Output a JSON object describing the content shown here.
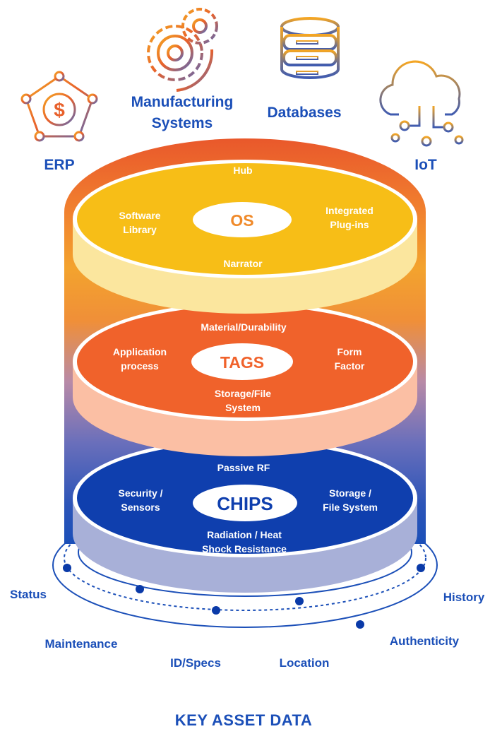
{
  "colors": {
    "brand_blue": "#1b4fb8",
    "dark_blue": "#0a3aa8",
    "os_yellow": "#f7be17",
    "tags_orange": "#f0622b",
    "chips_blue": "#0f3fae",
    "icon_orange": "#f08a3a"
  },
  "sources": {
    "erp": {
      "label": "ERP",
      "icon": "pentagon-dollar-icon"
    },
    "manufacturing": {
      "line1": "Manufacturing",
      "line2": "Systems",
      "icon": "gears-icon"
    },
    "databases": {
      "label": "Databases",
      "icon": "database-icon"
    },
    "iot": {
      "label": "IoT",
      "icon": "cloud-circuit-icon"
    }
  },
  "layers": {
    "os": {
      "center": "OS",
      "top": "Hub",
      "left_1": "Software",
      "left_2": "Library",
      "right_1": "Integrated",
      "right_2": "Plug-ins",
      "bottom": "Narrator"
    },
    "tags": {
      "center": "TAGS",
      "top": "Material/Durability",
      "left_1": "Application",
      "left_2": "process",
      "right_1": "Form",
      "right_2": "Factor",
      "bottom_1": "Storage/File",
      "bottom_2": "System"
    },
    "chips": {
      "center": "CHIPS",
      "top": "Passive RF",
      "left_1": "Security /",
      "left_2": "Sensors",
      "right_1": "Storage /",
      "right_2": "File System",
      "bottom_1": "Radiation / Heat",
      "bottom_2": "Shock Resistance"
    }
  },
  "asset_data": {
    "status": "Status",
    "maintenance": "Maintenance",
    "id_specs": "ID/Specs",
    "location": "Location",
    "authenticity": "Authenticity",
    "history": "History"
  },
  "footer_title": "KEY ASSET DATA"
}
